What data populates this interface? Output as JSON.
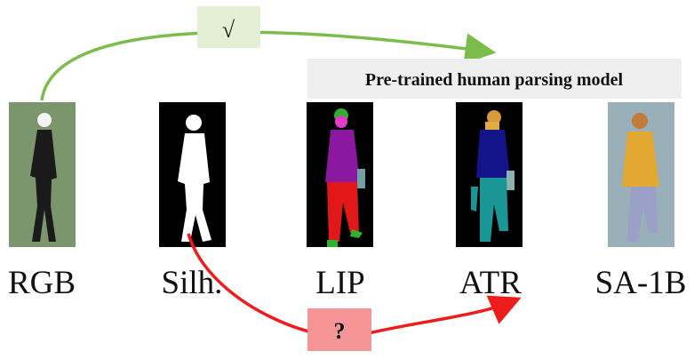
{
  "colors": {
    "green_arrow": "#7cbc4c",
    "red_arrow": "#ee1c1c",
    "check_box_fill": "#e3f0d6",
    "question_box_fill": "#f59595",
    "model_box_fill": "#efefef"
  },
  "top_arrow": {
    "symbol": "√",
    "icon": "checkmark-icon"
  },
  "bottom_arrow": {
    "symbol": "?",
    "icon": "question-icon"
  },
  "model_box": {
    "label": "Pre-trained human parsing model"
  },
  "panels": [
    {
      "id": "rgb",
      "caption": "RGB"
    },
    {
      "id": "silh",
      "caption": "Silh."
    },
    {
      "id": "lip",
      "caption": "LIP"
    },
    {
      "id": "atr",
      "caption": "ATR"
    },
    {
      "id": "sa1b",
      "caption": "SA-1B"
    }
  ]
}
